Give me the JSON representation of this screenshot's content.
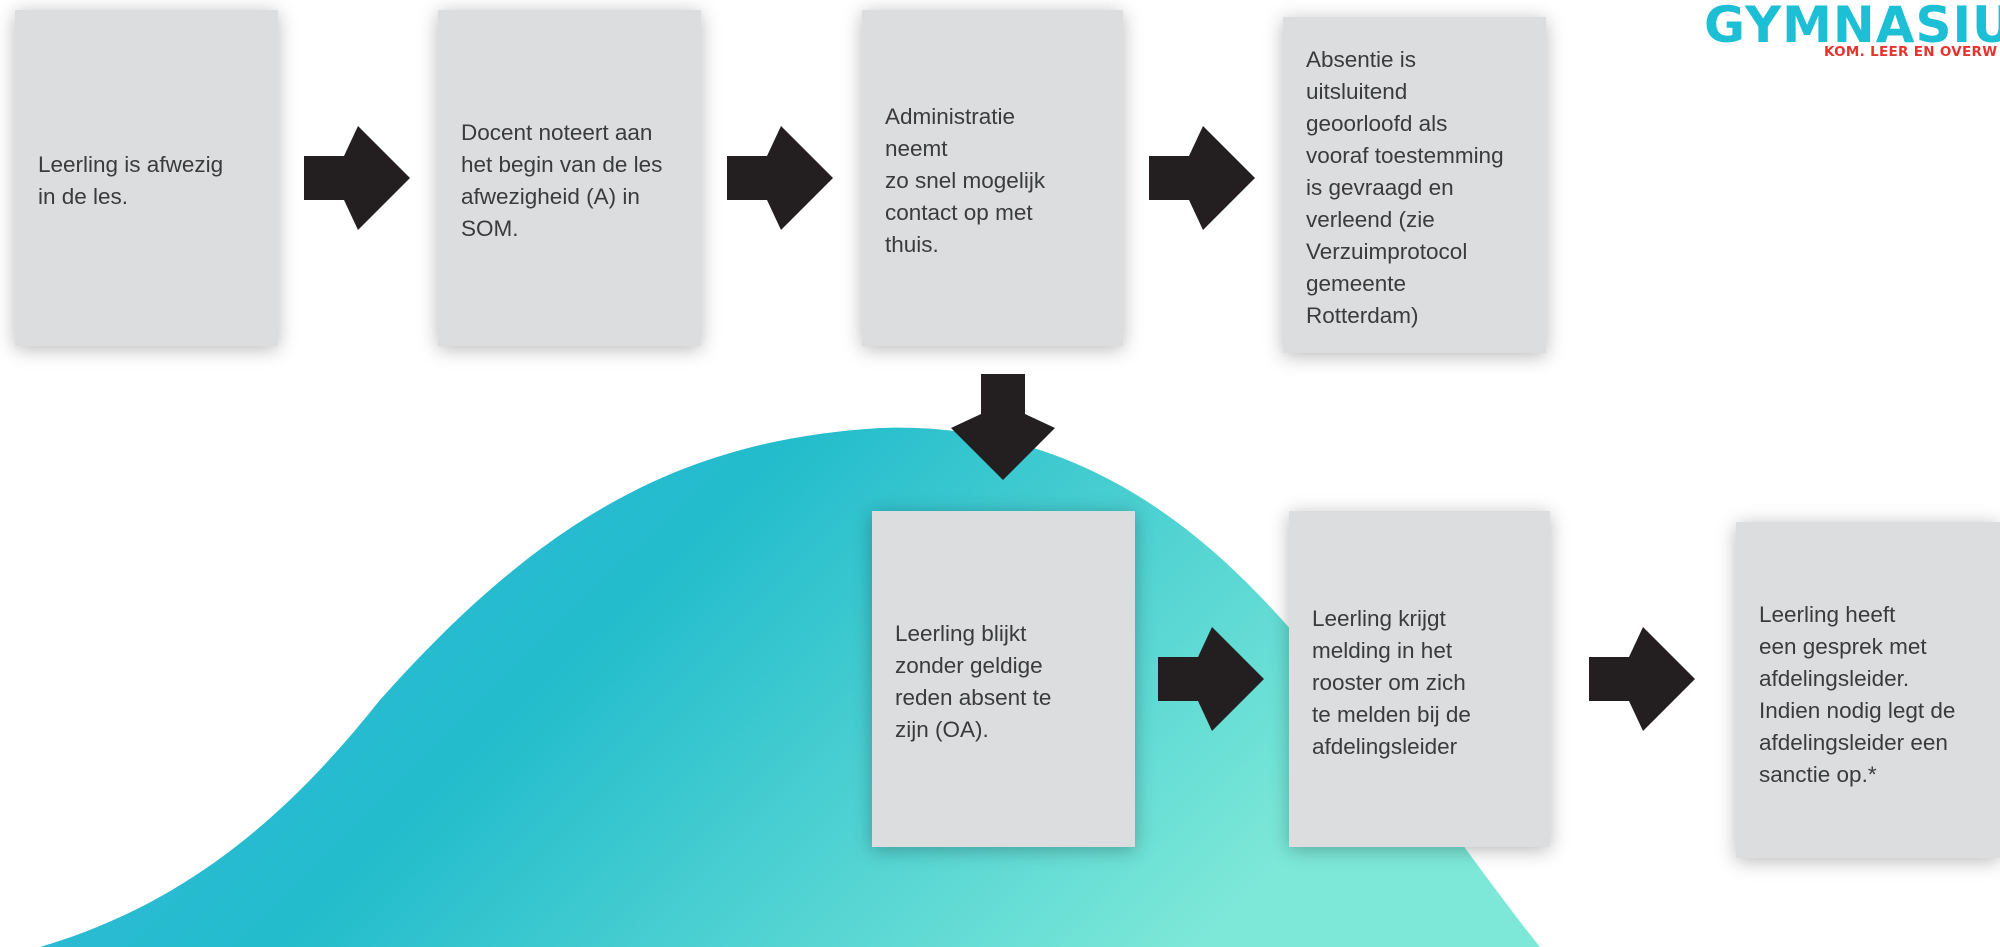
{
  "logo": {
    "wordmark": "GYMNASIUN",
    "tagline": "KOM. LEER EN OVERW"
  },
  "steps": [
    {
      "id": "afwezig",
      "text": "Leerling is afwezig\nin de les."
    },
    {
      "id": "noteert",
      "text": "Docent noteert aan\nhet begin van de les\nafwezigheid (A) in\nSOM."
    },
    {
      "id": "administratie",
      "text": "Administratie\nneemt\nzo snel mogelijk\ncontact op met\nthuis."
    },
    {
      "id": "absentie",
      "text": "Absentie is\nuitsluitend\ngeoorloofd als\nvooraf toestemming\nis gevraagd en\nverleend (zie\nVerzuimprotocol\ngemeente\nRotterdam)"
    },
    {
      "id": "oa",
      "text": "Leerling blijkt\nzonder geldige\nreden absent te\nzijn (OA)."
    },
    {
      "id": "melding",
      "text": "Leerling krijgt\nmelding in het\nrooster om zich\nte melden bij de\nafdelingsleider"
    },
    {
      "id": "gesprek",
      "text": "Leerling heeft\neen gesprek met\nafdelingsleider.\nIndien nodig legt de\nafdelingsleider een\nsanctie op.*"
    }
  ],
  "colors": {
    "box": "#dcdddf",
    "arrow": "#231f20",
    "text": "#3b3b3d",
    "hill_left": "#3db7e4",
    "hill_mid": "#22bccc",
    "hill_right": "#7de8d8",
    "logo_primary": "#1cbfd4",
    "logo_accent": "#e8322f"
  },
  "icons": [
    "arrow-right-icon",
    "arrow-down-icon"
  ]
}
